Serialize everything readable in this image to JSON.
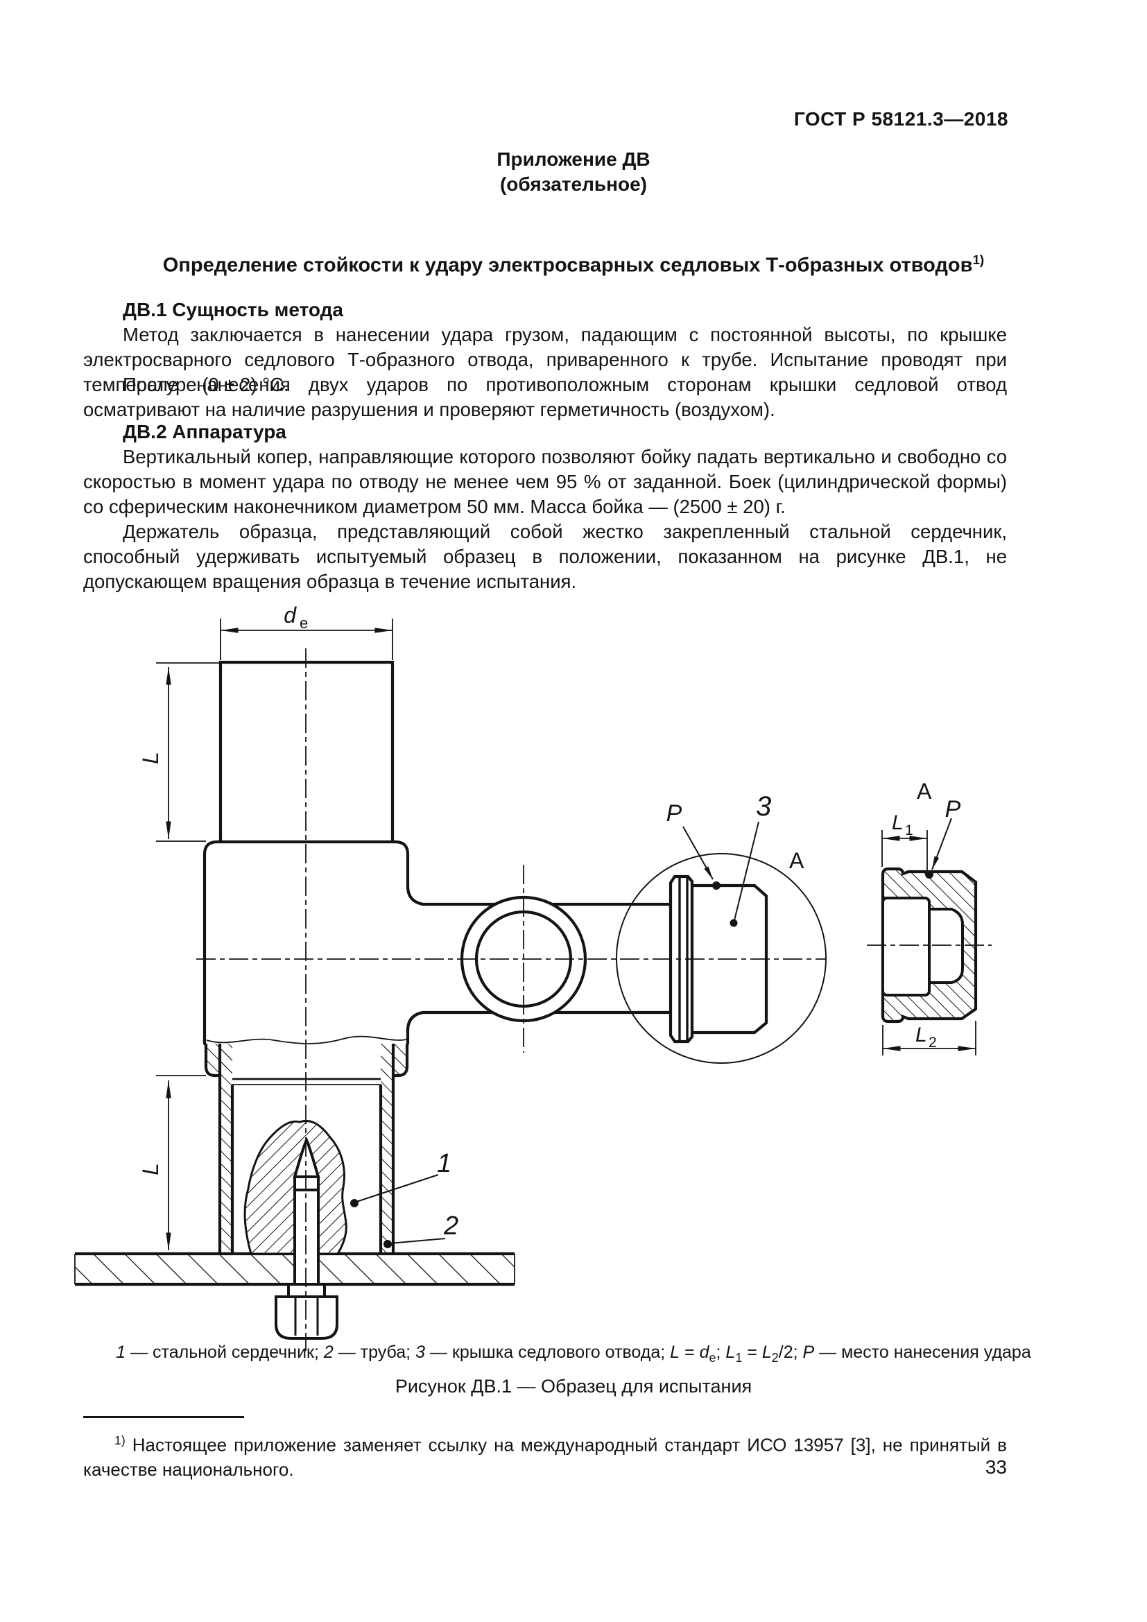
{
  "page": {
    "standard_ref": "ГОСТ Р 58121.3—2018",
    "page_number": "33"
  },
  "appendix": {
    "label": "Приложение ДВ",
    "note": "(обязательное)",
    "heading": "Определение стойкости к удару электросварных седловых Т-образных отводов",
    "heading_marker": "1)"
  },
  "sections": [
    {
      "heading": "ДВ.1 Сущность метода",
      "paragraphs": [
        "Метод заключается в нанесении удара грузом, падающим с постоянной высоты, по крышке электросварного седлового Т-образного отвода, приваренного к трубе. Испытание проводят при температуре (0 ± 2) °С.",
        "После нанесения двух ударов по противоположным сторонам крышки седловой отвод осматривают на наличие разрушения и проверяют герметичность (воздухом)."
      ]
    },
    {
      "heading": "ДВ.2 Аппаратура",
      "paragraphs": [
        "Вертикальный копер, направляющие которого позволяют бойку падать вертикально и свободно со скоростью в момент удара по отводу не менее чем 95 % от заданной. Боек (цилиндрической формы) со сферическим наконечником диаметром 50 мм. Масса бойка — (2500 ± 20) г.",
        "Держатель образца, представляющий собой жестко закрепленный стальной сердечник, способный удерживать испытуемый образец в положении, показанном на рисунке ДВ.1, не допускающем вращения образца в течение испытания."
      ]
    }
  ],
  "figure": {
    "figure_title": "Рисунок ДВ.1 — Образец для испытания",
    "caption_parts": [
      {
        "t": "1",
        "i": 1
      },
      {
        "t": " — стальной сердечник; "
      },
      {
        "t": "2",
        "i": 1
      },
      {
        "t": " — труба; "
      },
      {
        "t": "3",
        "i": 1
      },
      {
        "t": " — крышка седлового отвода; "
      },
      {
        "t": "L",
        "i": 1
      },
      {
        "t": " = "
      },
      {
        "t": "d",
        "i": 1
      },
      {
        "t": "e",
        "sub": 1
      },
      {
        "t": "; "
      },
      {
        "t": "L",
        "i": 1
      },
      {
        "t": "1",
        "sub": 1
      },
      {
        "t": " = "
      },
      {
        "t": "L",
        "i": 1
      },
      {
        "t": "2",
        "sub": 1
      },
      {
        "t": "/2; "
      },
      {
        "t": "P",
        "i": 1
      },
      {
        "t": " — место нанесения удара"
      }
    ],
    "labels": {
      "de_d": "d",
      "de_sub": "e",
      "L": "L",
      "P": "P",
      "A": "A",
      "part1": "1",
      "part2": "2",
      "part3": "3",
      "l1_base": "L",
      "l1_sub": "1",
      "l2_base": "L",
      "l2_sub": "2"
    },
    "line_color": "#141414"
  },
  "footnote": {
    "marker": "1)",
    "text": " Настоящее приложение заменяет ссылку на международный стандарт ИСО 13957 [3], не принятый в качестве национального."
  }
}
